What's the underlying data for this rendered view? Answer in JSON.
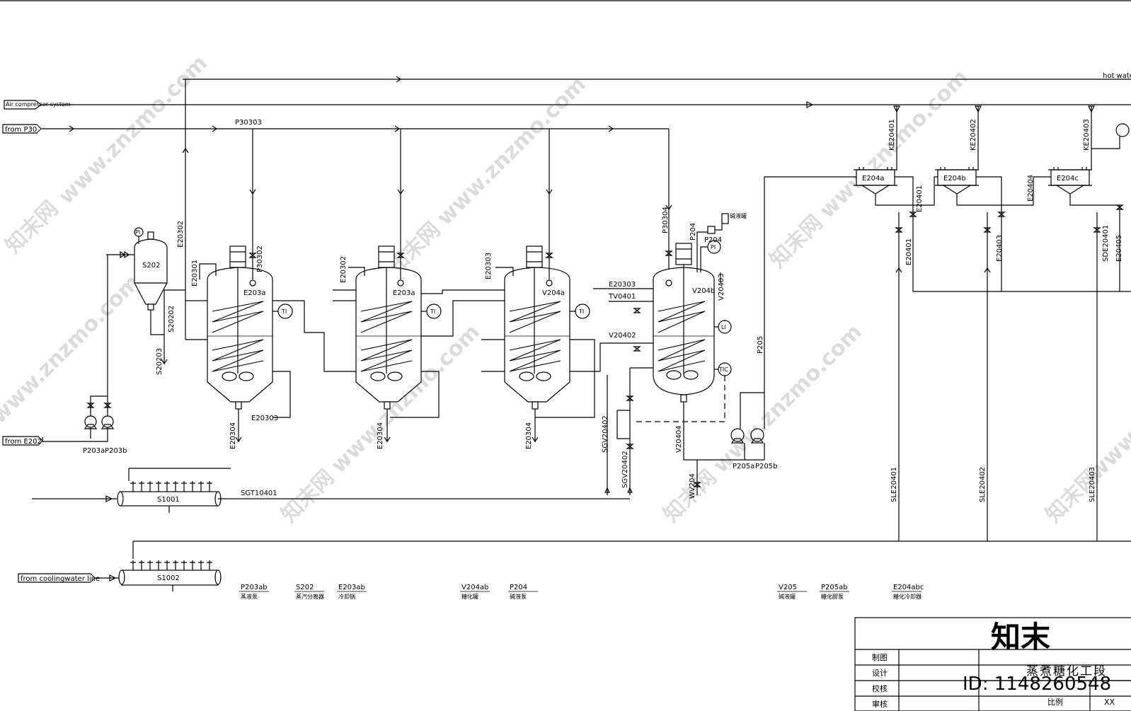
{
  "inlets": {
    "air": "Air compressor system",
    "p30": "from  P30",
    "e202": "from  E202",
    "cooling": "from  coolingwater line",
    "hot_water": "hot water"
  },
  "headers": {
    "s1001": "S1001",
    "s1002": "S1002"
  },
  "lines": {
    "p30303": "P30303",
    "e20302": "E20302",
    "e20301": "E20301",
    "p30302": "P30302",
    "s20202": "S20202",
    "s20203": "S20203",
    "e20303_a": "E20303",
    "e20304_a": "E20304",
    "e20302_b": "E20302",
    "e20304_b": "E20304",
    "e20303_c": "E20303",
    "e20304_c": "E20304",
    "p30304": "P30304",
    "p204": "P204",
    "p204b": "P204",
    "e20303_d": "E20303",
    "tv0401": "TV0401",
    "v20402": "V20402",
    "v20403": "V20403",
    "sgv20402_a": "SGV20402",
    "sgv20402_b": "SGV20402",
    "v20404": "V20404",
    "wv204": "WV204",
    "p205": "P205",
    "sgt10401": "SGT10401",
    "ke20401": "KE20401",
    "ke20402": "KE20402",
    "ke20403": "KE20403",
    "e20401_a": "E20401",
    "e20401_b": "E20401",
    "e20403": "E20403",
    "e20404": "E20404",
    "sde20401": "SDE20401",
    "e20405": "E20405",
    "sle20401": "SLE20401",
    "sle20402": "SLE20402",
    "sle20403": "SLE20403",
    "jian_ye_guan": "碱液罐"
  },
  "equipment": {
    "s202": "S202",
    "e203a_1": "E203a",
    "e203a_2": "E203a",
    "v204a": "V204a",
    "v204b": "V204b",
    "e204a": "E204a",
    "e204b": "E204b",
    "e204c": "E204c",
    "p203a": "P203a",
    "p203b": "P203b",
    "p205a": "P205a",
    "p205b": "P205b"
  },
  "instruments": {
    "pi": "PI",
    "ti": "TI",
    "li": "LI",
    "tic": "TIC"
  },
  "legend": [
    {
      "tag": "P203ab",
      "desc": "蒸液泵"
    },
    {
      "tag": "S202",
      "desc": "蒸汽分离器"
    },
    {
      "tag": "E203ab",
      "desc": "冷却锅"
    },
    {
      "tag": "V204ab",
      "desc": "糖化罐"
    },
    {
      "tag": "P204",
      "desc": "碱液泵"
    },
    {
      "tag": "V205",
      "desc": "碱液罐"
    },
    {
      "tag": "P205ab",
      "desc": "糖化醪泵"
    },
    {
      "tag": "E204abc",
      "desc": "糖化冷却器"
    }
  ],
  "title_block": {
    "drawn": "制图",
    "design": "设计",
    "check": "校核",
    "review": "审核",
    "title": "蒸煮糖化工段",
    "scale_label": "比例",
    "scale_value": "XX"
  },
  "watermarks": {
    "site": "www.znzmo.com",
    "brand": "知末网",
    "logo": "知末",
    "id": "ID: 1148260548"
  }
}
